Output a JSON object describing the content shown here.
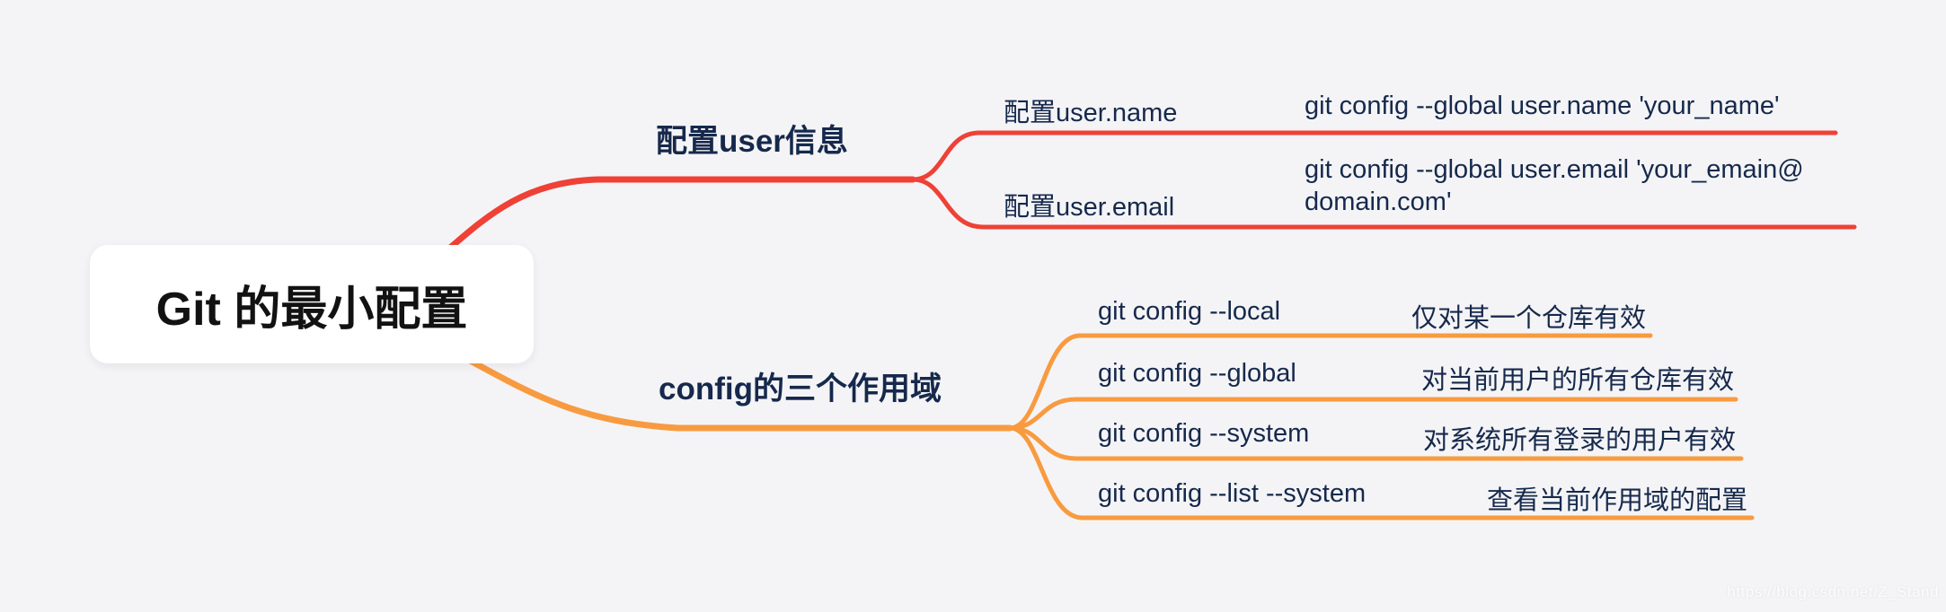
{
  "root": {
    "label": "Git 的最小配置"
  },
  "branches": [
    {
      "label": "配置user信息",
      "color": "#ef4136",
      "children": [
        {
          "label": "配置user.name",
          "command": "git config --global user.name 'your_name'"
        },
        {
          "label": "配置user.email",
          "command_lines": [
            "git config --global user.email 'your_emain@",
            "domain.com'"
          ]
        }
      ]
    },
    {
      "label": "config的三个作用域",
      "color": "#f89b40",
      "children": [
        {
          "command": "git config --local",
          "description": "仅对某一个仓库有效"
        },
        {
          "command": "git config --global",
          "description": "对当前用户的所有仓库有效"
        },
        {
          "command": "git config --system",
          "description": "对系统所有登录的用户有效"
        },
        {
          "command": "git config --list --system",
          "description": "查看当前作用域的配置"
        }
      ]
    }
  ],
  "watermark": "https://blog.csdn.net/Z_Stand",
  "colors": {
    "background": "#f4f4f6",
    "card": "#ffffff",
    "title_text": "#121212",
    "node_text": "#16294c",
    "branch_red": "#ef4136",
    "branch_orange": "#f89b40",
    "watermark_text": "#fdfdfe"
  }
}
